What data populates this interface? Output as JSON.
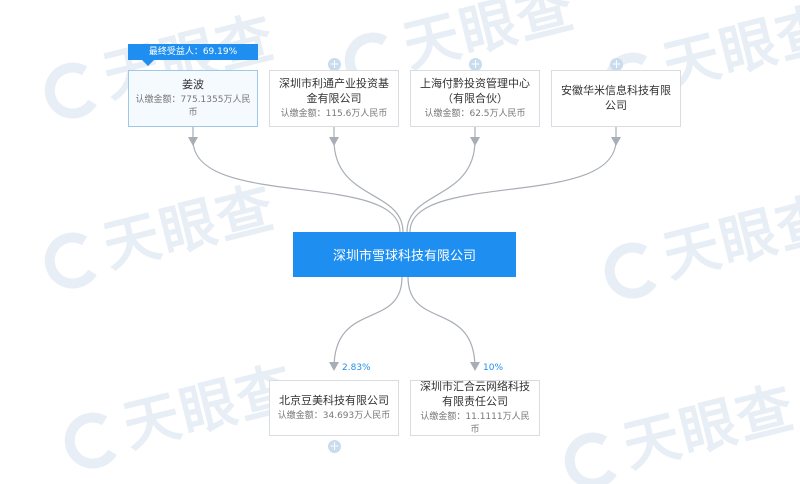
{
  "watermark": "天眼查",
  "badge": {
    "text": "最终受益人：69.19%"
  },
  "investors": [
    {
      "name": "姜波",
      "amount": "认缴金额：775.1355万人民币"
    },
    {
      "name": "深圳市利通产业投资基金有限公司",
      "amount": "认缴金额：115.6万人民币"
    },
    {
      "name": "上海付黔投资管理中心（有限合伙）",
      "amount": "认缴金额：62.5万人民币"
    },
    {
      "name": "安徽华米信息科技有限公司",
      "amount": ""
    }
  ],
  "center": {
    "name": "深圳市雪球科技有限公司"
  },
  "subsidiaries": [
    {
      "name": "北京豆美科技有限公司",
      "amount": "认缴金额：34.693万人民币",
      "share": "2.83%"
    },
    {
      "name": "深圳市汇合云网络科技有限责任公司",
      "amount": "认缴金额：11.1111万人民币",
      "share": "10%"
    }
  ],
  "expand_symbol": "+",
  "colors": {
    "primary": "#1e8ff0",
    "link": "#a8aeb6",
    "plus": "#c8dcee"
  }
}
